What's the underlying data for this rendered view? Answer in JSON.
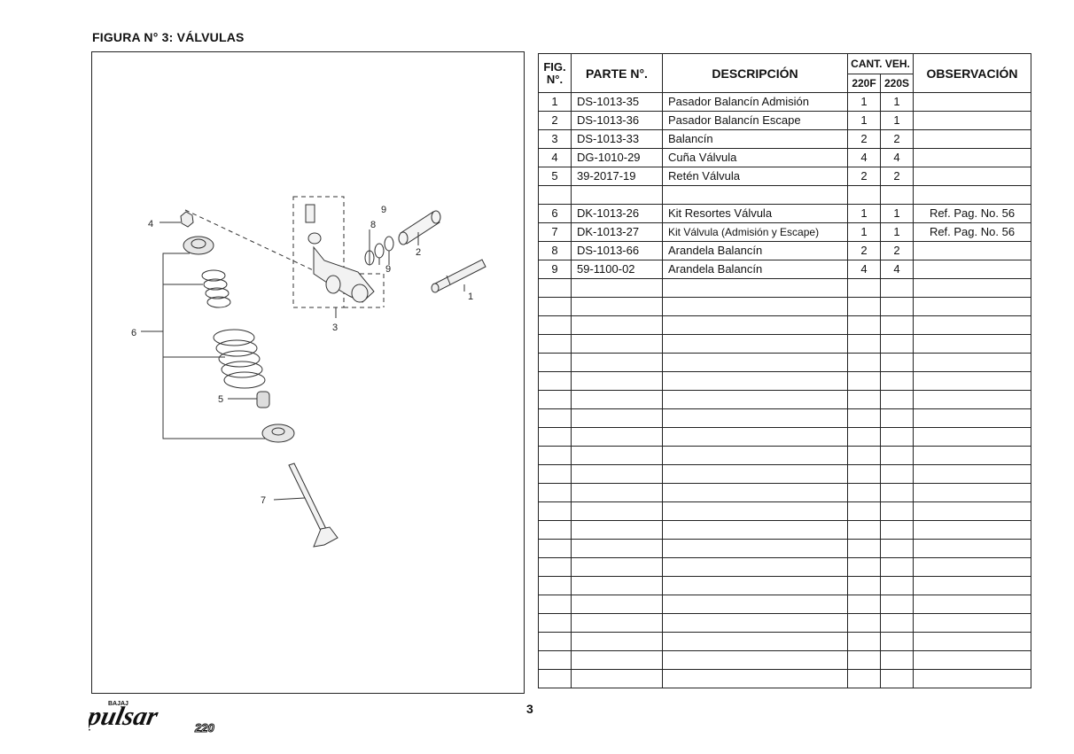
{
  "title": "FIGURA N° 3: VÁLVULAS",
  "table": {
    "headers": {
      "fig": "FIG. N°.",
      "parte": "PARTE N°.",
      "descripcion": "DESCRIPCIÓN",
      "cant_veh": "CANT. VEH.",
      "v220f": "220F",
      "v220s": "220S",
      "observacion": "OBSERVACIÓN"
    },
    "rows": [
      {
        "fig": "1",
        "parte": "DS-1013-35",
        "desc": "Pasador Balancín Admisión",
        "q220f": "1",
        "q220s": "1",
        "obs": ""
      },
      {
        "fig": "2",
        "parte": "DS-1013-36",
        "desc": "Pasador Balancín Escape",
        "q220f": "1",
        "q220s": "1",
        "obs": ""
      },
      {
        "fig": "3",
        "parte": "DS-1013-33",
        "desc": "Balancín",
        "q220f": "2",
        "q220s": "2",
        "obs": ""
      },
      {
        "fig": "4",
        "parte": "DG-1010-29",
        "desc": "Cuña Válvula",
        "q220f": "4",
        "q220s": "4",
        "obs": ""
      },
      {
        "fig": "5",
        "parte": "39-2017-19",
        "desc": "Retén Válvula",
        "q220f": "2",
        "q220s": "2",
        "obs": ""
      },
      {
        "fig": "",
        "parte": "",
        "desc": "",
        "q220f": "",
        "q220s": "",
        "obs": ""
      },
      {
        "fig": "6",
        "parte": "DK-1013-26",
        "desc": "Kit Resortes Válvula",
        "q220f": "1",
        "q220s": "1",
        "obs": "Ref. Pag. No. 56"
      },
      {
        "fig": "7",
        "parte": "DK-1013-27",
        "desc": "Kit Válvula (Admisión y Escape)",
        "q220f": "1",
        "q220s": "1",
        "obs": "Ref. Pag. No. 56"
      },
      {
        "fig": "8",
        "parte": "DS-1013-66",
        "desc": "Arandela Balancín",
        "q220f": "2",
        "q220s": "2",
        "obs": ""
      },
      {
        "fig": "9",
        "parte": "59-1100-02",
        "desc": "Arandela Balancín",
        "q220f": "4",
        "q220s": "4",
        "obs": ""
      }
    ],
    "empty_rows": 22
  },
  "diagram_labels": {
    "l1": "1",
    "l2": "2",
    "l3": "3",
    "l4": "4",
    "l5": "5",
    "l6": "6",
    "l7": "7",
    "l8": "8",
    "l9a": "9",
    "l9b": "9"
  },
  "page_number": "3",
  "logo": {
    "brand": "BAJAJ",
    "name": "pulsar",
    "model": "220"
  }
}
